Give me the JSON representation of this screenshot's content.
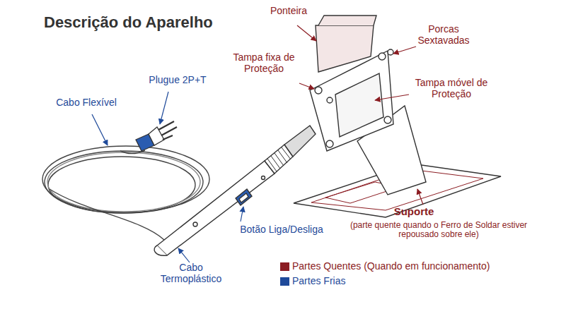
{
  "diagram": {
    "title": "Descrição do Aparelho",
    "labels": [
      "Ponteira",
      "Porcas Sextavadas",
      "Tampa fixa de Proteção",
      "Plugue 2P+T",
      "Tampa móvel de Proteção",
      "Cabo Flexível",
      "Botão Liga/Desliga",
      "Suporte",
      "(parte quente quando o Ferro de Soldar estiver repousado sobre ele)",
      "Cabo Termoplástico"
    ],
    "legend": [
      {
        "text": "Partes Quentes (Quando em funcionamento)",
        "color": "#8b1c22"
      },
      {
        "text": "Partes Frias",
        "color": "#1f4a9a"
      }
    ]
  }
}
